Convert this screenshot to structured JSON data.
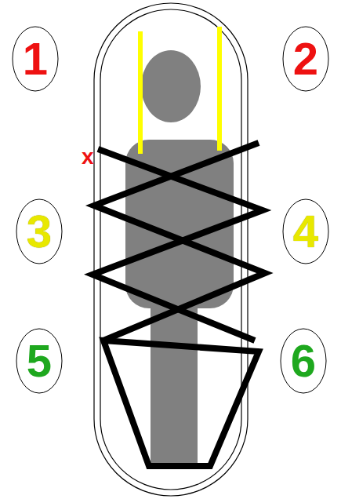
{
  "diagram": {
    "nodes": [
      {
        "text": [
          "1"
        ]
      },
      {
        "text": [
          "2"
        ]
      },
      {
        "text": [
          "3"
        ]
      },
      {
        "text": [
          "4"
        ]
      },
      {
        "text": [
          "5"
        ]
      },
      {
        "text": [
          "6"
        ]
      }
    ],
    "labels": [
      "x"
    ]
  }
}
